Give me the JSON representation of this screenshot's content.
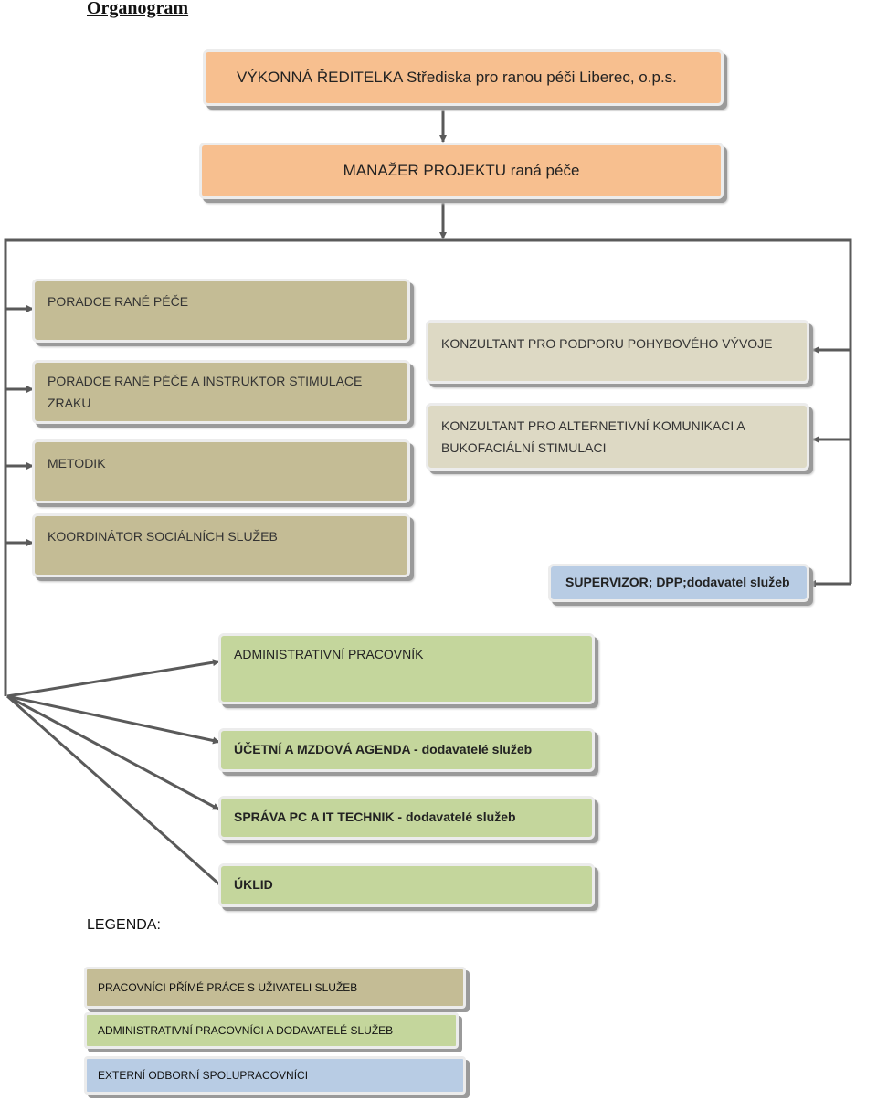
{
  "title": "Organogram",
  "top": {
    "executive": "VÝKONNÁ ŘEDITELKA Střediska pro ranou péči Liberec, o.p.s.",
    "manager": "MANAŽER PROJEKTU raná péče"
  },
  "left_column": [
    "PORADCE RANÉ PÉČE",
    "PORADCE RANÉ PÉČE  A INSTRUKTOR STIMULACE ZRAKU",
    "METODIK",
    "KOORDINÁTOR SOCIÁLNÍCH  SLUŽEB"
  ],
  "right_column": [
    "KONZULTANT PRO PODPORU POHYBOVÉHO VÝVOJE",
    "KONZULTANT PRO ALTERNETIVNÍ KOMUNIKACI A BUKOFACIÁLNÍ STIMULACI"
  ],
  "supervisor": "SUPERVIZOR; DPP;dodavatel služeb",
  "admin": [
    "ADMINISTRATIVNÍ PRACOVNÍK",
    "ÚČETNÍ A MZDOVÁ AGENDA -  dodavatelé služeb",
    "SPRÁVA PC A IT TECHNIK -  dodavatelé služeb",
    "ÚKLID"
  ],
  "legend": {
    "label": "LEGENDA:",
    "items": [
      {
        "text": "PRACOVNÍCI PŘÍMÉ PRÁCE S UŽIVATELI SLUŽEB",
        "color": "#c4bc95"
      },
      {
        "text": "ADMINISTRATIVNÍ PRACOVNÍCI A DODAVATELÉ SLUŽEB",
        "color": "#c4d69c"
      },
      {
        "text": "EXTERNÍ ODBORNÍ SPOLUPRACOVNÍCI",
        "color": "#b8cce4"
      }
    ]
  },
  "colors": {
    "management": "#f7bf8f",
    "direct_care": "#c4bc95",
    "consultant": "#ddd9c4",
    "administrative": "#c4d69c",
    "external": "#b8cce4",
    "connector": "#5a5a5a"
  }
}
